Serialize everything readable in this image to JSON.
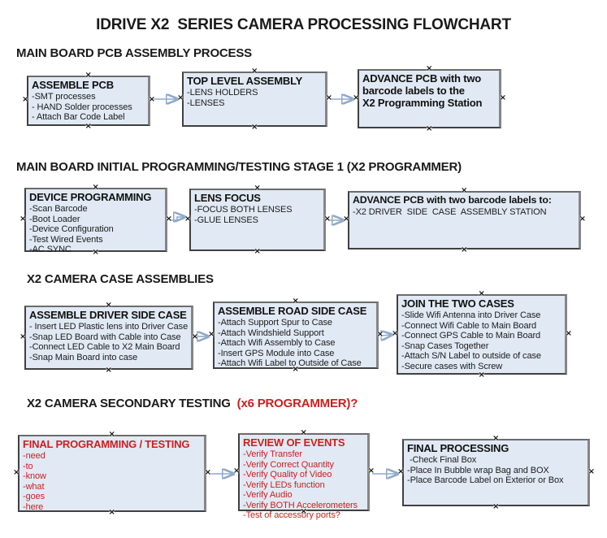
{
  "title": "IDRIVE X2  SERIES CAMERA PROCESSING FLOWCHART",
  "sections": {
    "s1": {
      "heading": "MAIN BOARD PCB ASSEMBLY PROCESS"
    },
    "s2": {
      "heading": "MAIN BOARD INITIAL PROGRAMMING/TESTING STAGE 1 (X2 PROGRAMMER)"
    },
    "s3": {
      "heading": "X2 CAMERA CASE ASSEMBLIES"
    },
    "s4": {
      "heading": "X2 CAMERA SECONDARY TESTING ",
      "heading_red": " (x6 PROGRAMMER)?"
    }
  },
  "boxes": {
    "assemble_pcb": {
      "title": "ASSEMBLE PCB",
      "items": [
        "-SMT processes",
        "- HAND Solder processes",
        "- Attach Bar Code Label"
      ]
    },
    "top_level_assembly": {
      "title": "TOP LEVEL ASSEMBLY",
      "items": [
        "-LENS HOLDERS",
        "-LENSES"
      ]
    },
    "advance_pcb_1": {
      "title": "ADVANCE PCB with two\nbarcode labels to the\n X2 Programming Station",
      "items": []
    },
    "device_programming": {
      "title": "DEVICE PROGRAMMING",
      "items": [
        "-Scan Barcode",
        "-Boot Loader",
        "-Device Configuration",
        "-Test Wired Events",
        "-AC SYNC"
      ]
    },
    "lens_focus": {
      "title": "LENS FOCUS",
      "items": [
        "-FOCUS BOTH LENSES",
        "-GLUE LENSES"
      ]
    },
    "advance_pcb_2": {
      "title": "ADVANCE PCB with two barcode labels to:",
      "items": [
        "-X2 DRIVER  SIDE  CASE  ASSEMBLY STATION"
      ]
    },
    "assemble_driver_side_case": {
      "title": "ASSEMBLE DRIVER SIDE CASE",
      "items": [
        "- Insert LED Plastic lens into Driver Case",
        "-Snap LED Board with Cable into Case",
        "-Connect LED Cable to X2 Main Board",
        "-Snap Main Board into case"
      ]
    },
    "assemble_road_side_case": {
      "title": "ASSEMBLE ROAD SIDE CASE",
      "items": [
        "-Attach Support Spur to Case",
        "-Attach Windshield Support",
        "-Attach Wifi Assembly to Case",
        "-Insert GPS Module into Case",
        "-Attach Wifi Label to Outside of Case"
      ]
    },
    "join_the_two_cases": {
      "title": "JOIN THE TWO CASES",
      "items": [
        "-Slide Wifi Antenna into Driver Case",
        "-Connect Wifi Cable to Main Board",
        "-Connect GPS Cable to Main Board",
        "-Snap Cases Together",
        "-Attach S/N Label to outside of case",
        "-Secure cases with Screw"
      ]
    },
    "final_programming_testing": {
      "title": "FINAL PROGRAMMING / TESTING",
      "items": [
        "-need",
        "-to",
        "-know",
        "-what",
        "-goes",
        "-here"
      ]
    },
    "review_of_events": {
      "title": "REVIEW OF EVENTS",
      "items": [
        "-Verify Transfer",
        "-Verify Correct Quantity",
        "-Verify Quality of Video",
        "-Verify LEDs function",
        "-Verify Audio",
        "-Verify BOTH Accelerometers",
        "-Test of accessory ports?"
      ]
    },
    "final_processing": {
      "title": "FINAL PROCESSING",
      "items": [
        " -Check Final Box",
        "-Place In Bubble wrap Bag and BOX",
        "-Place Barcode Label on Exterior or Box"
      ]
    }
  },
  "icons": {
    "connection_handle": "×"
  },
  "colors": {
    "box_fill": "#e1e9f4",
    "box_border": "#404040",
    "connector_line": "#8fa9c8",
    "connector_arrow": "#33598c",
    "red_text": "#cc1f1f"
  }
}
